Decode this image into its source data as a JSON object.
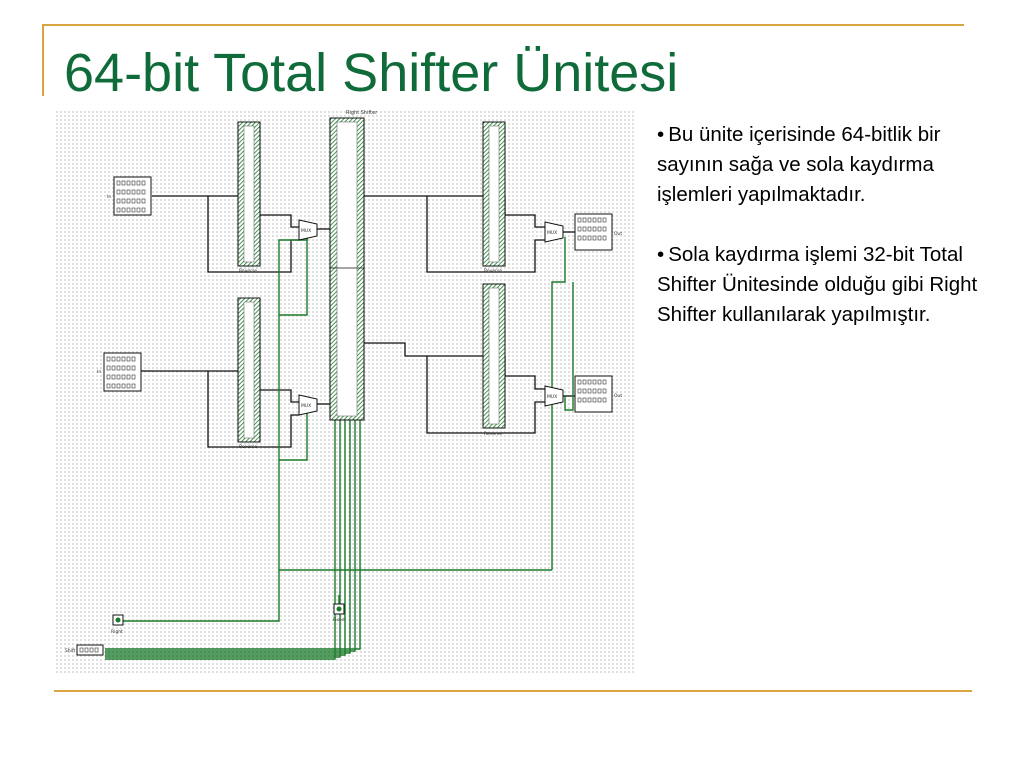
{
  "slide": {
    "title": "64-bit Total Shifter Ünitesi",
    "bullets": [
      "Bu ünite içerisinde 64-bitlik bir sayının sağa ve sola kaydırma işlemleri yapılmaktadır.",
      "Sola kaydırma işlemi 32-bit Total Shifter Ünitesinde olduğu gibi Right Shifter kullanılarak yapılmıştır."
    ]
  },
  "diagram": {
    "right_shifter_label": "Right Shifter",
    "reverse_label": "Reverse",
    "mux_label": "MUX",
    "input_label": "In",
    "output_label": "Out",
    "right_label": "Right",
    "fixed_label": "Fixed",
    "shift_amount_label": "Shift",
    "colors": {
      "wire_black": "#111111",
      "wire_green": "#1a7a2a",
      "frame": "#d9a441",
      "title": "#0f6b39"
    }
  }
}
